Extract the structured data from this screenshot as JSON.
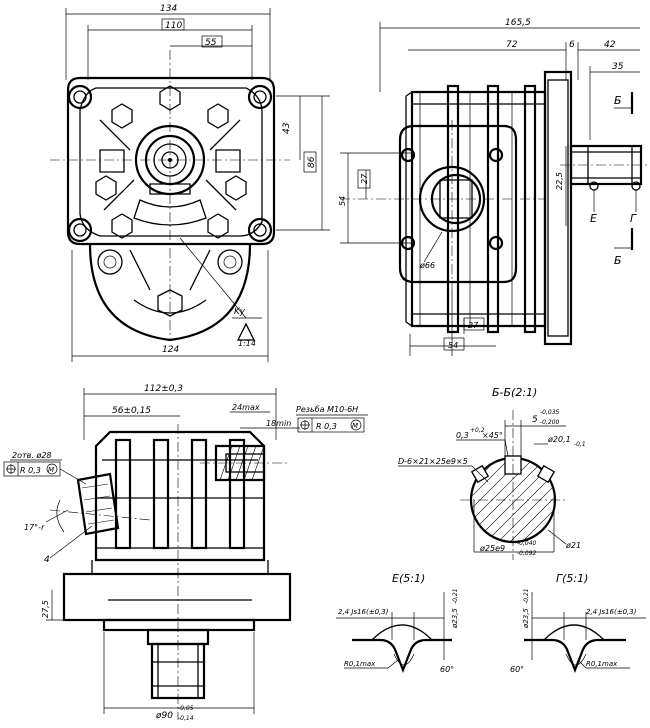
{
  "top_left_view": {
    "dims": {
      "overall_width": "134",
      "flange_width": "110",
      "half_width": "55",
      "vertical_center": "43",
      "vertical_flange": "86",
      "bottom_width": "124"
    },
    "callouts": {
      "cone_symbol": "Ky",
      "ratio": "1:14"
    }
  },
  "top_right_view": {
    "dims": {
      "overall_length": "165,5",
      "body_length": "72",
      "flange_thickness": "6",
      "shaft_extension": "42",
      "shaft_step": "35",
      "bore_pos": "27",
      "bore_span": "54",
      "shaft_height": "22,5",
      "bolt_circle": "ø66",
      "bottom_27": "27",
      "bottom_54": "54"
    },
    "section_marks": {
      "top": "Б",
      "bottom": "Б",
      "e": "E",
      "g": "Г"
    }
  },
  "bottom_left_view": {
    "dims": {
      "body_width": "112±0,3",
      "half_body": "56±0,15",
      "port_depth": "24max",
      "thread_depth": "18min",
      "port_dia": "2отв. ø28",
      "angle": "17°-r",
      "height_275": "27,5",
      "pilot_dia": "ø90",
      "pilot_dia_tol_upper": "-0,05",
      "pilot_dia_tol_lower": "-0,14",
      "leader_4": "4"
    },
    "callouts": {
      "thread_label": "Резьба M10-6H",
      "position_tolerance_right": "R 0,3",
      "position_tolerance_left": "R 0,3",
      "modifier": "M"
    }
  },
  "section_bb": {
    "title": "Б-Б(2:1)",
    "chamfer": "0,3",
    "chamfer_upper": "+0,2",
    "chamfer_angle": "×45°",
    "key_width": "5",
    "key_upper": "-0,035",
    "key_lower": "-0,200",
    "major_dia": "ø20,1",
    "major_dia_tol": "-0,1",
    "spline_spec": "D-6×21×25e9×5",
    "pitch_dia": "ø25e9",
    "pitch_upper": "-0,040",
    "pitch_lower": "-0,092",
    "minor_dia": "ø21"
  },
  "detail_e": {
    "title": "E(5:1)",
    "width": "2,4 Js16(±0,3)",
    "dia": "ø23,5",
    "dia_tol": "-0,21",
    "radius": "R0,1max",
    "angle": "60°"
  },
  "detail_g": {
    "title": "Г(5:1)",
    "width": "2,4 Js16(±0,3)",
    "dia": "ø23,5",
    "dia_tol": "-0,21",
    "radius": "R0,1max",
    "angle": "60°"
  }
}
